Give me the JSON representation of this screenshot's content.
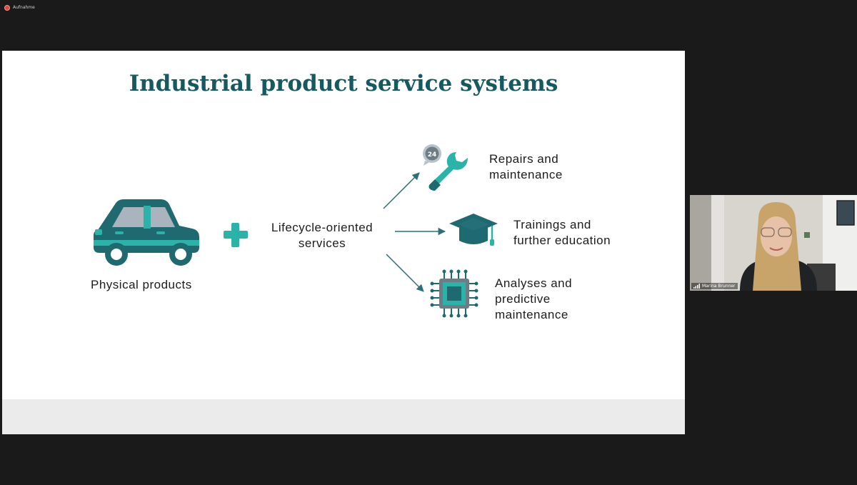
{
  "recording": {
    "label": "Aufnahme"
  },
  "slide": {
    "title": "Industrial product service systems",
    "physical": "Physical products",
    "lifecycle": [
      "Lifecycle-oriented",
      "services"
    ],
    "services": [
      {
        "lines": [
          "Repairs and",
          "maintenance"
        ],
        "icon": "wrench-24h-icon"
      },
      {
        "lines": [
          "Trainings and",
          "further education"
        ],
        "icon": "graduation-cap-icon"
      },
      {
        "lines": [
          "Analyses and",
          "predictive",
          "maintenance"
        ],
        "icon": "microchip-icon"
      }
    ],
    "badge": "24"
  },
  "participant": {
    "name": "Marina Brunner"
  },
  "colors": {
    "teal_dark": "#1e6670",
    "teal_light": "#2bb3aa",
    "title": "#165a61",
    "arrow": "#2f6f7a"
  }
}
